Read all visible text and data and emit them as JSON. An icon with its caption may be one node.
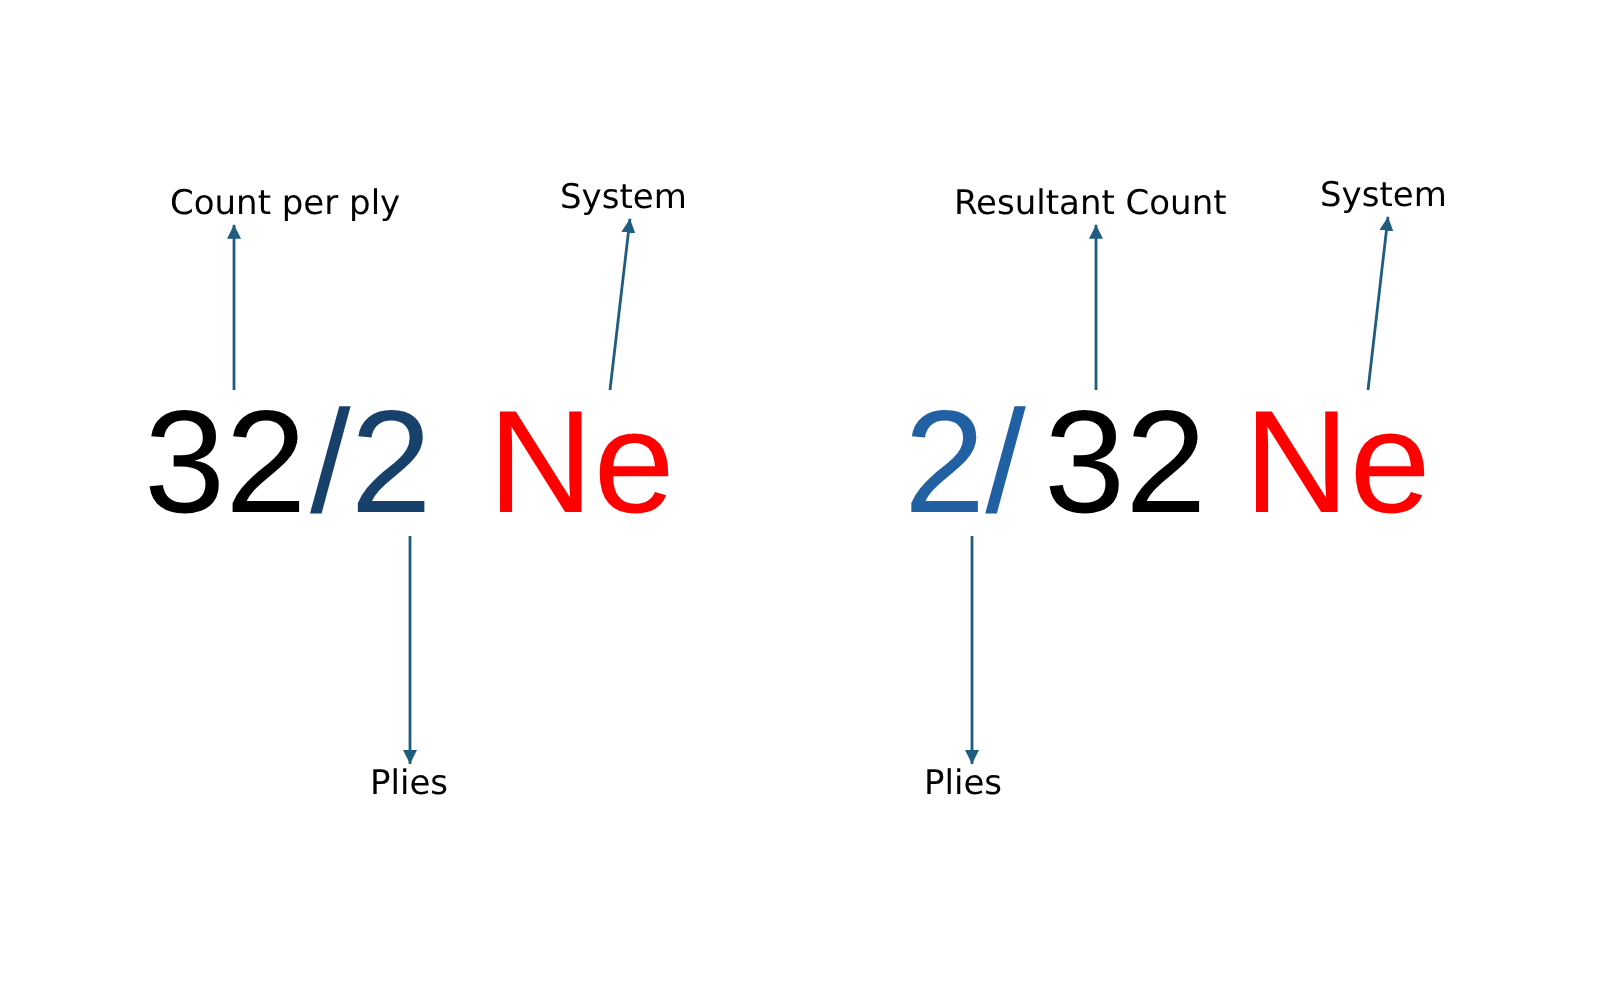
{
  "diagram": {
    "nodes": [
      {
        "text": [
          "Count per ply"
        ]
      },
      {
        "text": [
          "System"
        ]
      },
      {
        "text": [
          "Resultant Count"
        ]
      },
      {
        "text": [
          "System"
        ]
      },
      {
        "text": [
          "32"
        ]
      },
      {
        "text": [
          "/2"
        ]
      },
      {
        "text": [
          "Ne"
        ]
      },
      {
        "text": [
          "2/"
        ]
      },
      {
        "text": [
          "32"
        ]
      },
      {
        "text": [
          "Ne"
        ]
      },
      {
        "text": [
          "Plies"
        ]
      },
      {
        "text": [
          "Plies"
        ]
      }
    ],
    "edges": [
      {
        "from": 4,
        "to": 0,
        "arrow": "to"
      },
      {
        "from": 6,
        "to": 1,
        "arrow": "to"
      },
      {
        "from": 5,
        "to": 10,
        "arrow": "to"
      },
      {
        "from": 8,
        "to": 2,
        "arrow": "to"
      },
      {
        "from": 9,
        "to": 3,
        "arrow": "to"
      },
      {
        "from": 7,
        "to": 11,
        "arrow": "to"
      }
    ]
  }
}
